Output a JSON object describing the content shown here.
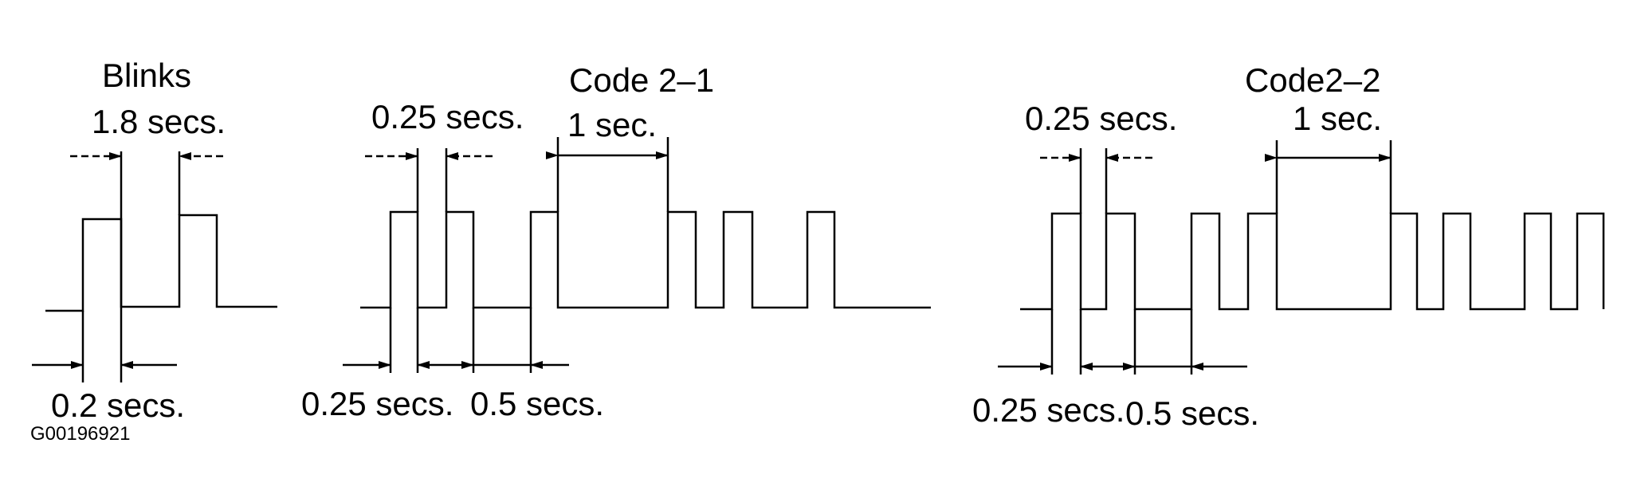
{
  "colors": {
    "ink": "#000000",
    "background": "#ffffff"
  },
  "labels": {
    "blinks": "Blinks",
    "blinks_on": "1.8 secs.",
    "blinks_gap": "0.2 secs.",
    "code21_title": "Code 2–1",
    "code21_pulse": "0.25 secs.",
    "code21_pause": "1 sec.",
    "code21_pulse_low": "0.25 secs.",
    "code21_gap": "0.5 secs.",
    "code22_title": "Code2–2",
    "code22_pulse": "0.25 secs.",
    "code22_pause": "1 sec.",
    "code22_pulse_low": "0.25 secs.",
    "code22_gap": "0.5 secs.",
    "figure_id": "G00196921"
  }
}
